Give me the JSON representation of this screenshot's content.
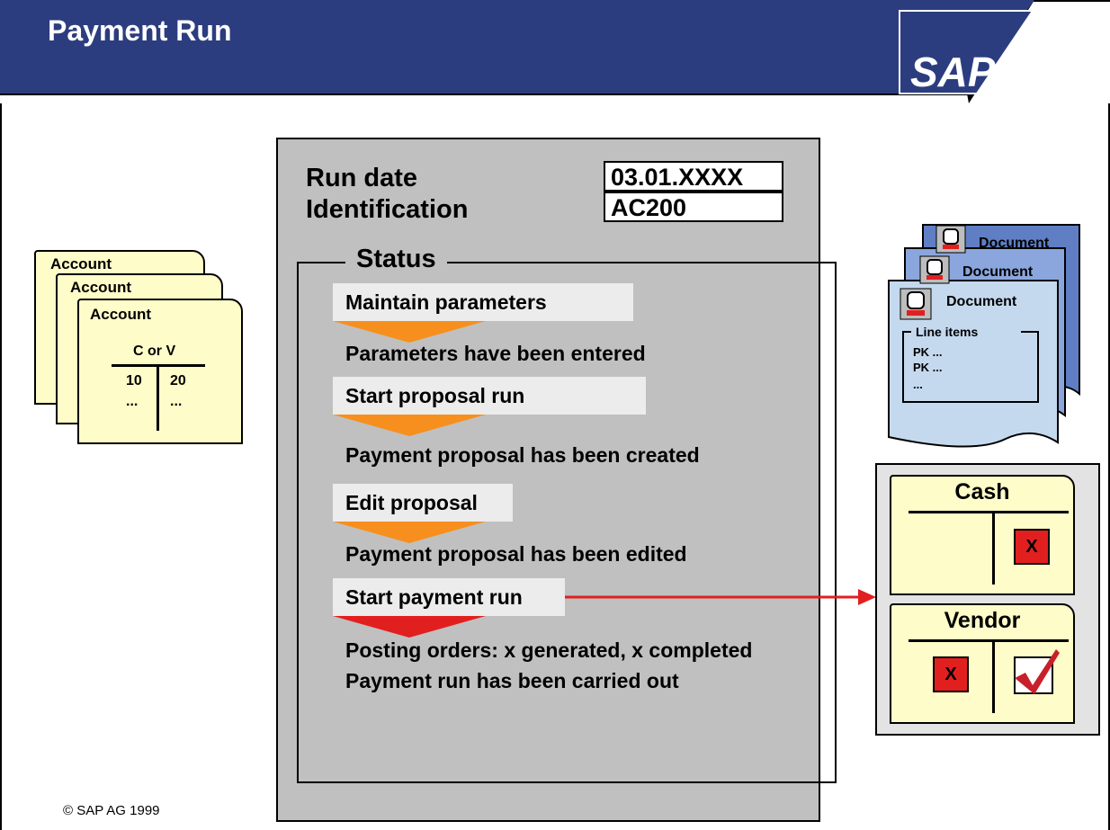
{
  "title": "Payment Run",
  "logo_text": "SAP",
  "copyright": "© SAP AG 1999",
  "run_parameters": {
    "run_date_label": "Run date",
    "run_date_value": "03.01.XXXX",
    "identification_label": "Identification",
    "identification_value": "AC200"
  },
  "status": {
    "title": "Status",
    "steps": [
      {
        "action": "Maintain parameters",
        "result": "Parameters have been entered"
      },
      {
        "action": "Start proposal run",
        "result": "Payment proposal has been created"
      },
      {
        "action": "Edit proposal",
        "result": "Payment proposal has been edited"
      },
      {
        "action": "Start payment run",
        "result": "Posting orders: x generated, x completed",
        "result2": "Payment run has been carried out"
      }
    ]
  },
  "accounts": {
    "card_label": "Account",
    "account_type": "C or V",
    "debit_values": [
      "10",
      "..."
    ],
    "credit_values": [
      "20",
      "..."
    ]
  },
  "documents": {
    "card_label": "Document",
    "line_items_label": "Line items",
    "line_items": [
      "PK ...",
      "PK ...",
      "..."
    ]
  },
  "ledger": {
    "cash_title": "Cash",
    "vendor_title": "Vendor",
    "mark": "X"
  },
  "colors": {
    "header_blue": "#2c3d7f",
    "orange_arrow": "#f78f1e",
    "red_arrow": "#e21f1f",
    "panel_gray": "#c0c0c0",
    "account_yellow": "#fefcc8",
    "document_blue": "#c5d9ee"
  }
}
